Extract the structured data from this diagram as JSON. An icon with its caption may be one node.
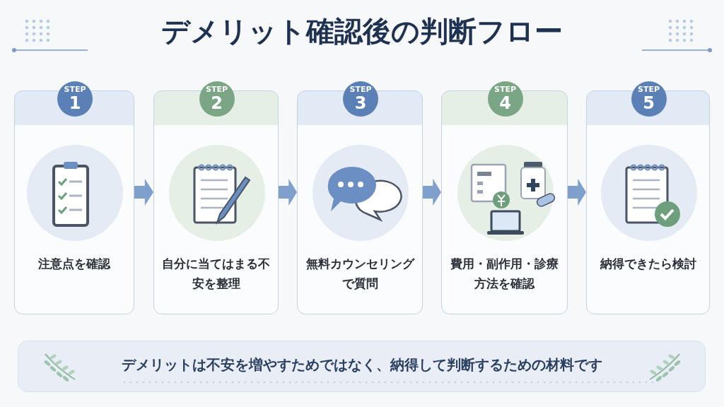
{
  "diagram": {
    "title": "デメリット確認後の判断フロー",
    "nodes": [
      {
        "text": [
          "STEP",
          "1",
          "注意点を確認"
        ]
      },
      {
        "text": [
          "STEP",
          "2",
          "自分に当てはまる不安を整理"
        ]
      },
      {
        "text": [
          "STEP",
          "3",
          "無料カウンセリングで質問"
        ]
      },
      {
        "text": [
          "STEP",
          "4",
          "費用・副作用・診療方法を確認"
        ]
      },
      {
        "text": [
          "STEP",
          "5",
          "納得できたら検討"
        ]
      },
      {
        "text": [
          "デメリットは不安を増やすためではなく、納得して判断するための材料です"
        ]
      }
    ],
    "edges": [
      {
        "from": 0,
        "to": 1,
        "arrow": "to"
      },
      {
        "from": 1,
        "to": 2,
        "arrow": "to"
      },
      {
        "from": 2,
        "to": 3,
        "arrow": "to"
      },
      {
        "from": 3,
        "to": 4,
        "arrow": "to"
      }
    ]
  }
}
